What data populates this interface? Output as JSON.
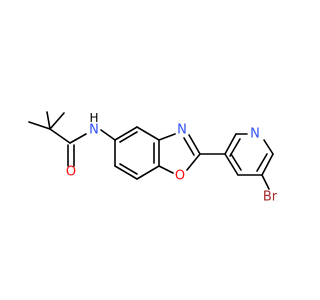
{
  "molecule": {
    "atoms": {
      "N_amide": "N",
      "H_amide": "H",
      "O_carbonyl": "O",
      "N_oxazole": "N",
      "O_oxazole": "O",
      "N_pyridine": "N",
      "Br": "Br"
    },
    "colors": {
      "bond": "#000000",
      "N": "#3050F8",
      "O": "#FF0D0D",
      "Br": "#A62929"
    }
  }
}
